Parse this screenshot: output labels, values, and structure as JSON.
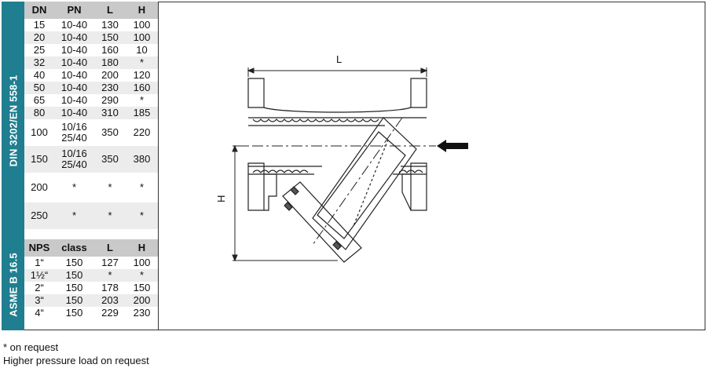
{
  "din": {
    "side_label": "DIN 3202/EN 558-1",
    "headers": [
      "DN",
      "PN",
      "L",
      "H"
    ],
    "rows": [
      [
        "15",
        "10-40",
        "130",
        "100"
      ],
      [
        "20",
        "10-40",
        "150",
        "100"
      ],
      [
        "25",
        "10-40",
        "160",
        "10"
      ],
      [
        "32",
        "10-40",
        "180",
        "*"
      ],
      [
        "40",
        "10-40",
        "200",
        "120"
      ],
      [
        "50",
        "10-40",
        "230",
        "160"
      ],
      [
        "65",
        "10-40",
        "290",
        "*"
      ],
      [
        "80",
        "10-40",
        "310",
        "185"
      ],
      [
        "100",
        "10/16\n25/40",
        "350",
        "220"
      ],
      [
        "150",
        "10/16\n25/40",
        "350",
        "380"
      ],
      [
        "200",
        "*",
        "*",
        "*"
      ],
      [
        "250",
        "*",
        "*",
        "*"
      ]
    ]
  },
  "asme": {
    "side_label": "ASME B 16.5",
    "headers": [
      "NPS",
      "class",
      "L",
      "H"
    ],
    "rows": [
      [
        "1“",
        "150",
        "127",
        "100"
      ],
      [
        "1½“",
        "150",
        "*",
        "*"
      ],
      [
        "2“",
        "150",
        "178",
        "150"
      ],
      [
        "3“",
        "150",
        "203",
        "200"
      ],
      [
        "4“",
        "150",
        "229",
        "230"
      ]
    ]
  },
  "drawing": {
    "dim_L": "L",
    "dim_H": "H"
  },
  "notes": {
    "line1": "* on request",
    "line2": "Higher pressure load on request"
  },
  "colors": {
    "accent": "#1f7e8f",
    "header_bg": "#c9c9c9",
    "stripe": "#ececec"
  }
}
